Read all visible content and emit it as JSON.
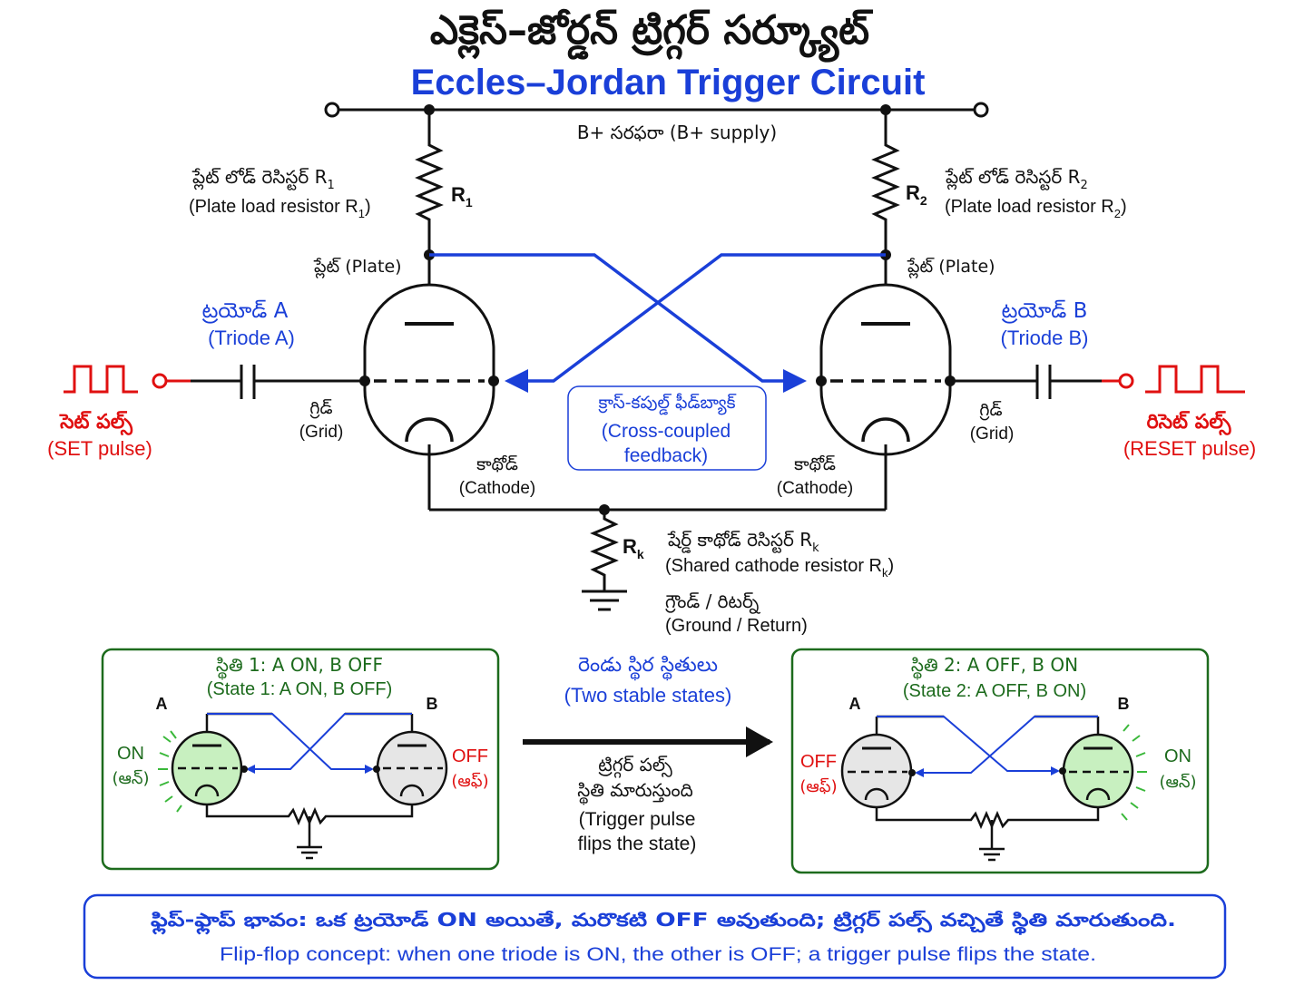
{
  "title": {
    "telugu": "ఎక్లెస్–జోర్డన్ ట్రిగ్గర్ సర్క్యూట్",
    "english": "Eccles–Jordan Trigger Circuit"
  },
  "supply": {
    "label": "B+ సరఫరా (B+ supply)"
  },
  "r1": {
    "designator": "R",
    "subscript": "1",
    "telugu_label": "ప్లేట్ లోడ్ రెసిస్టర్ R",
    "english_label": "(Plate load resistor R",
    "english_suffix": ")"
  },
  "r2": {
    "designator": "R",
    "subscript": "2",
    "telugu_label": "ప్లేట్ లోడ్ రెసిస్టర్ R",
    "english_label": "(Plate load resistor R",
    "english_suffix": ")"
  },
  "plate_a": {
    "label": "ప్లేట్ (Plate)"
  },
  "plate_b": {
    "label": "ప్లేట్ (Plate)"
  },
  "triode_a": {
    "telugu": "ట్రయోడ్ A",
    "english": "(Triode A)"
  },
  "triode_b": {
    "telugu": "ట్రయోడ్ B",
    "english": "(Triode B)"
  },
  "grid_a": {
    "telugu": "గ్రిడ్",
    "english": "(Grid)"
  },
  "grid_b": {
    "telugu": "గ్రిడ్",
    "english": "(Grid)"
  },
  "cathode_a": {
    "telugu": "కాథోడ్",
    "english": "(Cathode)"
  },
  "cathode_b": {
    "telugu": "కాథోడ్",
    "english": "(Cathode)"
  },
  "set_pulse": {
    "telugu": "సెట్ పల్స్",
    "english": "(SET pulse)"
  },
  "reset_pulse": {
    "telugu": "రిసెట్ పల్స్",
    "english": "(RESET pulse)"
  },
  "feedback": {
    "telugu": "క్రాస్-కపుల్డ్ ఫీడ్‌బ్యాక్",
    "english_line1": "(Cross-coupled",
    "english_line2": "feedback)"
  },
  "rk": {
    "designator": "R",
    "subscript": "k",
    "telugu_label": "షేర్డ్ కాథోడ్ రెసిస్టర్ R",
    "english_label": "(Shared cathode resistor R",
    "english_suffix": ")"
  },
  "ground": {
    "telugu": "గ్రౌండ్ / రిటర్న్",
    "english": "(Ground / Return)"
  },
  "state1": {
    "telugu": "స్థితి 1: A ON, B OFF",
    "english": "(State 1: A ON, B OFF)",
    "label_a": "A",
    "label_b": "B",
    "left_status": "ON",
    "left_status_te": "(ఆన్)",
    "right_status": "OFF",
    "right_status_te": "(ఆఫ్)"
  },
  "state2": {
    "telugu": "స్థితి 2: A OFF, B ON",
    "english": "(State 2: A OFF, B ON)",
    "label_a": "A",
    "label_b": "B",
    "left_status": "OFF",
    "left_status_te": "(ఆఫ్)",
    "right_status": "ON",
    "right_status_te": "(ఆన్)"
  },
  "transition": {
    "telugu": "రెండు స్థిర స్థితులు",
    "english": "(Two stable states)",
    "telugu2_line1": "ట్రిగ్గర్ పల్స్",
    "telugu2_line2": "స్థితి మారుస్తుంది",
    "english2_line1": "(Trigger pulse",
    "english2_line2": "flips the state)"
  },
  "footer": {
    "telugu": "ఫ్లిప్-ఫ్లాప్ భావం: ఒక ట్రయోడ్ ON అయితే, మరొకటి OFF అవుతుంది; ట్రిగ్గర్ పల్స్ వచ్చితే స్థితి మారుతుంది.",
    "english": "Flip-flop concept: when one triode is ON, the other is OFF; a trigger pulse flips the state."
  },
  "colors": {
    "wire": "#111111",
    "feedback": "#1a3fd8",
    "title_blue": "#1a3fd8",
    "pulse_red": "#e01010",
    "state_green": "#1d6b1d",
    "on_fill": "#c8f0c0",
    "off_fill": "#e6e6e6",
    "footer_text": "#1a3fd8"
  }
}
